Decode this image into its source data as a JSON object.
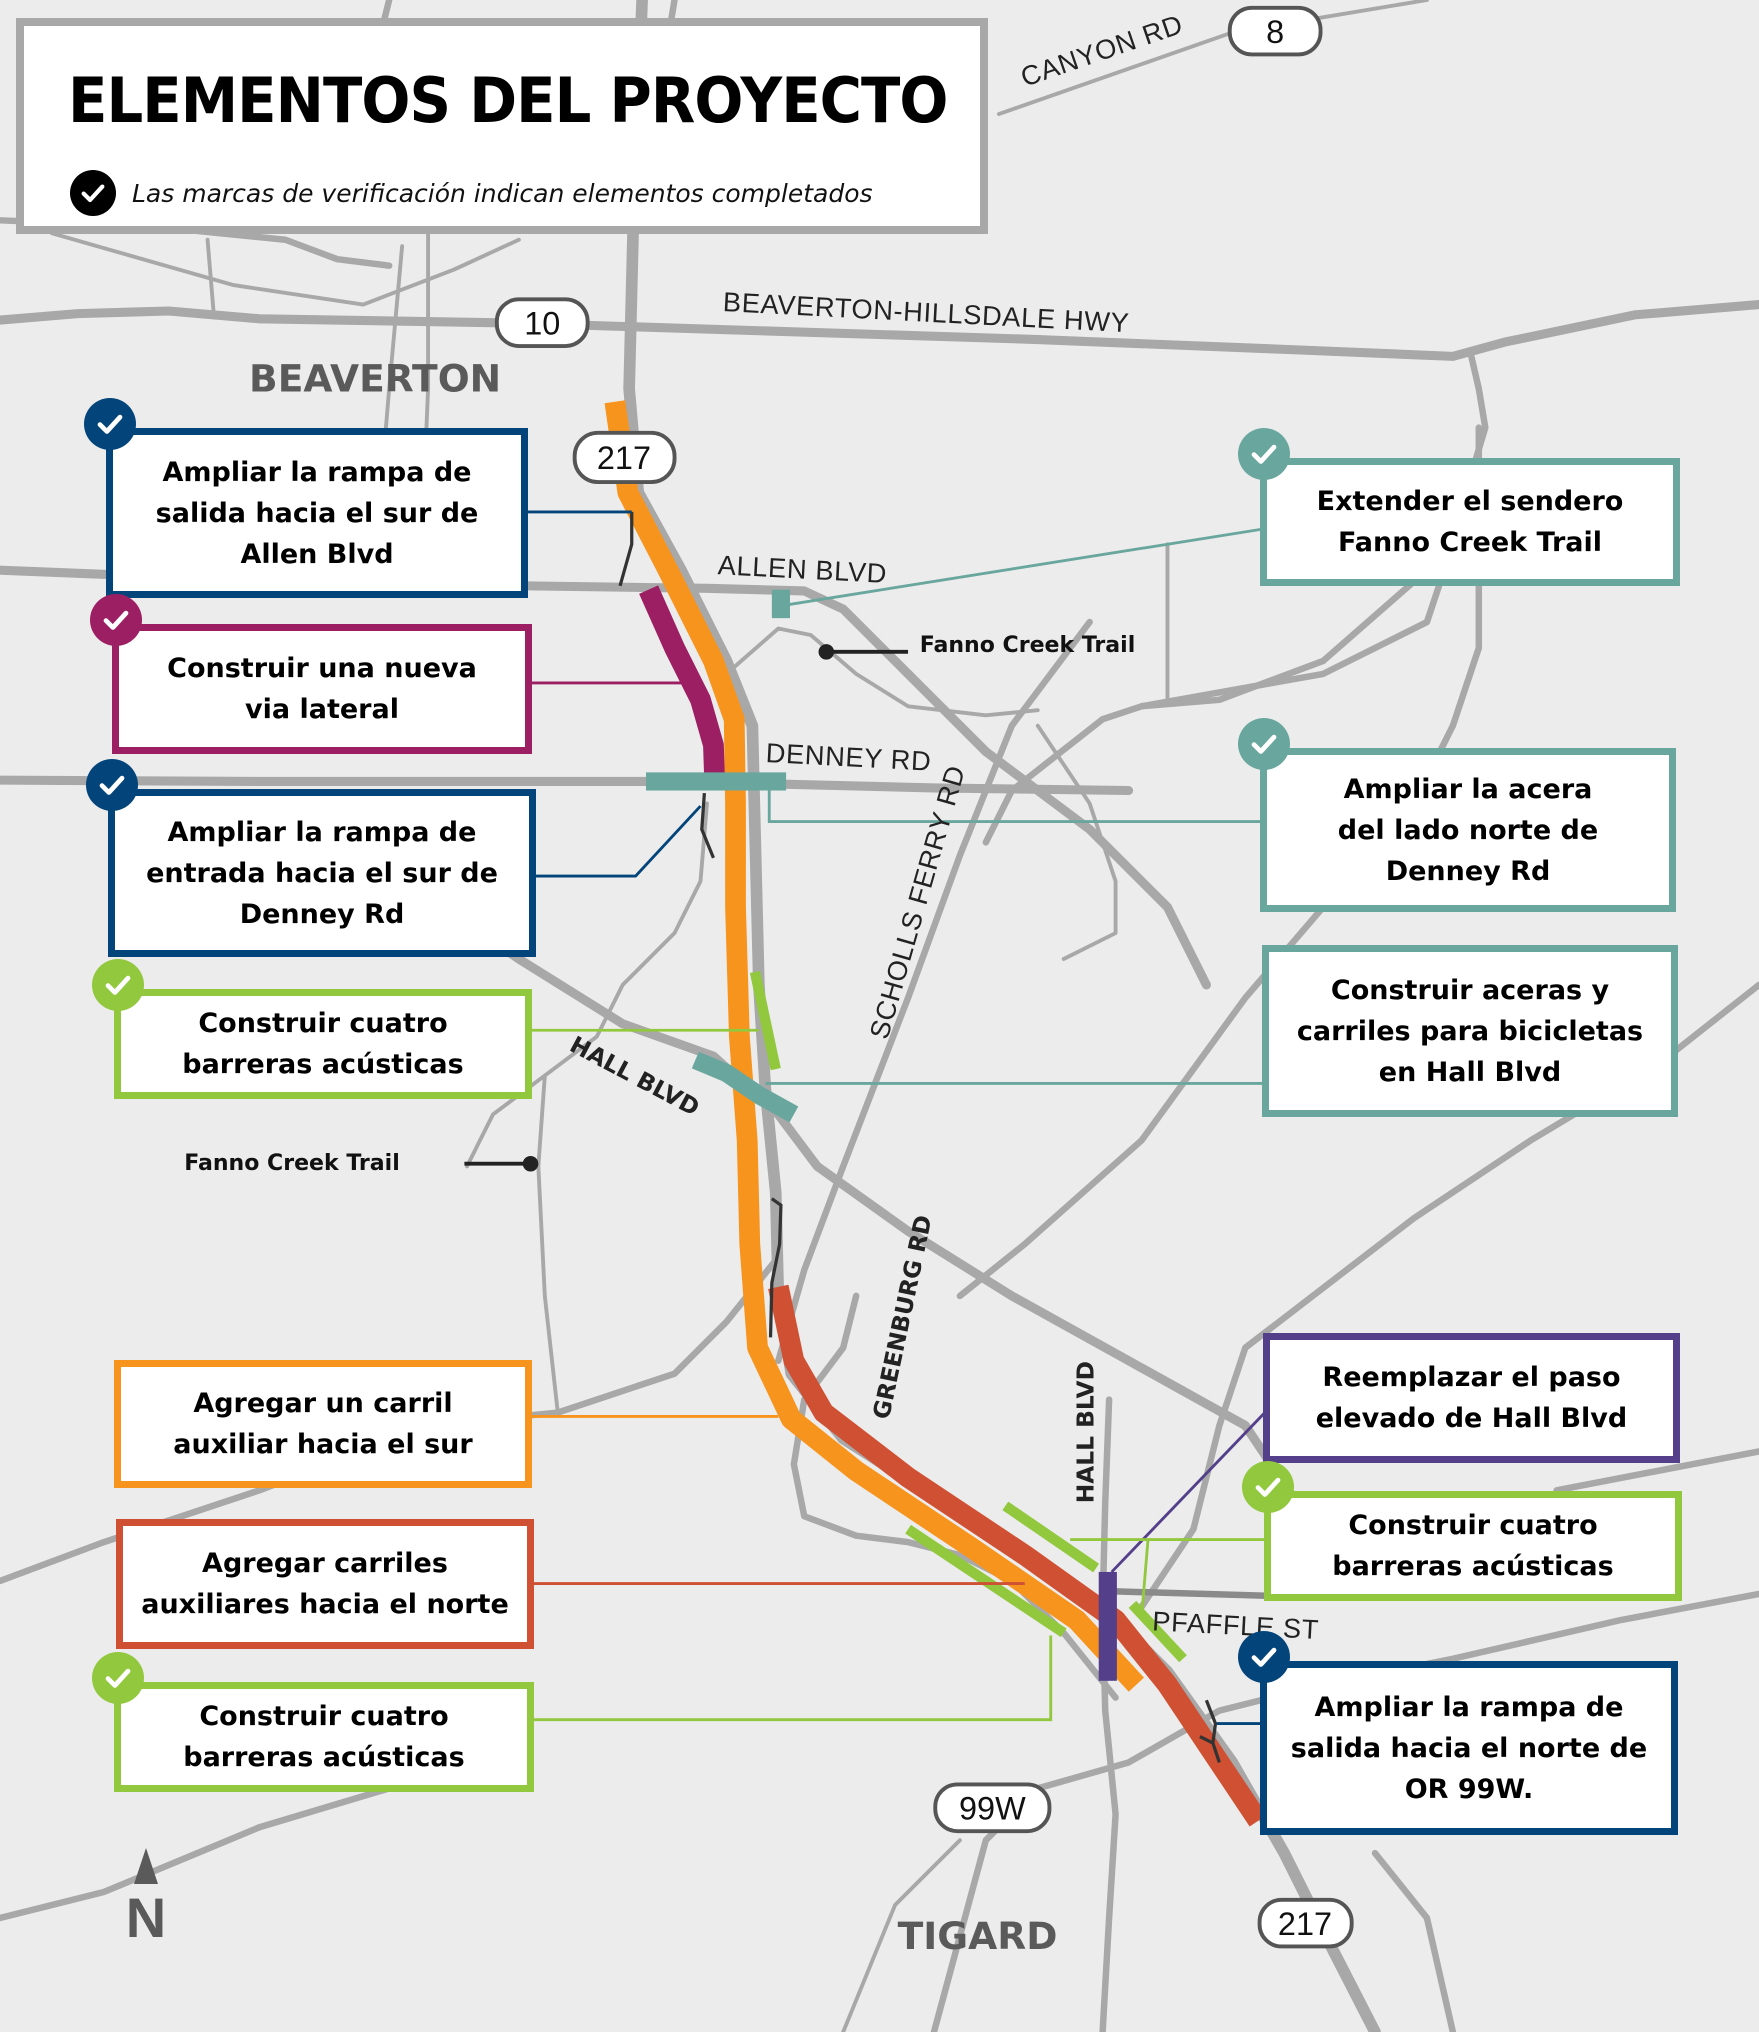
{
  "legend": {
    "title": "ELEMENTOS DEL PROYECTO",
    "subtitle": "Las marcas de verificación indican elementos completados",
    "check_icon": "check-circle-icon"
  },
  "cities": {
    "beaverton": "BEAVERTON",
    "tigard": "TIGARD"
  },
  "roads": {
    "canyon": "CANYON RD",
    "beaverton_hillsdale": "BEAVERTON-HILLSDALE HWY",
    "allen": "ALLEN BLVD",
    "denney": "DENNEY RD",
    "scholls_ferry": "SCHOLLS FERRY RD",
    "hall_west": "HALL BLVD",
    "greenburg": "GREENBURG RD",
    "hall_east": "HALL BLVD",
    "pfaffle": "PFAFFLE ST"
  },
  "shields": {
    "or8": "8",
    "or10": "10",
    "or217_north": "217",
    "or99w": "99W",
    "or217_south": "217"
  },
  "trail_labels": {
    "north": "Fanno Creek Trail",
    "west": "Fanno Creek Trail"
  },
  "north_arrow": {
    "letter": "N",
    "icon": "north-arrow-icon"
  },
  "colors": {
    "navy": "#03457a",
    "magenta": "#9d1f63",
    "teal": "#69a79e",
    "lime": "#92c83e",
    "orange": "#f7941d",
    "red_orange": "#cf5032",
    "purple": "#533f8a",
    "road_gray": "#a8a8a8",
    "map_bg": "#ececec"
  },
  "callouts": [
    {
      "id": "allen-exit-ramp",
      "text": "Ampliar la rampa de\nsalida hacia el sur de\nAllen Blvd",
      "color": "navy",
      "completed": true
    },
    {
      "id": "frontage-road",
      "text": "Construir una nueva\nvia lateral",
      "color": "magenta",
      "completed": true
    },
    {
      "id": "denney-entrance-ramp",
      "text": "Ampliar la rampa de\nentrada hacia el sur de\nDenney Rd",
      "color": "navy",
      "completed": true
    },
    {
      "id": "sound-walls-1",
      "text": "Construir cuatro\nbarreras acústicas",
      "color": "lime",
      "completed": true
    },
    {
      "id": "southbound-aux-lane",
      "text": "Agregar un carril\nauxiliar hacia el sur",
      "color": "orange",
      "completed": false
    },
    {
      "id": "northbound-aux-lanes",
      "text": "Agregar carriles\nauxiliares hacia el norte",
      "color": "red_orange",
      "completed": false
    },
    {
      "id": "sound-walls-3",
      "text": "Construir cuatro\nbarreras acústicas",
      "color": "lime",
      "completed": true
    },
    {
      "id": "fanno-trail-extension",
      "text": "Extender el sendero\nFanno Creek Trail",
      "color": "teal",
      "completed": true
    },
    {
      "id": "denney-sidewalk",
      "text": "Ampliar la acera\ndel lado norte de\nDenney Rd",
      "color": "teal",
      "completed": true
    },
    {
      "id": "hall-sidewalks-bike",
      "text": "Construir aceras y\ncarriles para bicicletas\nen Hall Blvd",
      "color": "teal",
      "completed": false
    },
    {
      "id": "hall-overpass",
      "text": "Reemplazar el paso\nelevado de Hall Blvd",
      "color": "purple",
      "completed": false
    },
    {
      "id": "sound-walls-2",
      "text": "Construir cuatro\nbarreras acústicas",
      "color": "lime",
      "completed": true
    },
    {
      "id": "99w-exit-ramp",
      "text": "Ampliar la rampa de\nsalida hacia el norte de\nOR 99W.",
      "color": "navy",
      "completed": true
    }
  ]
}
